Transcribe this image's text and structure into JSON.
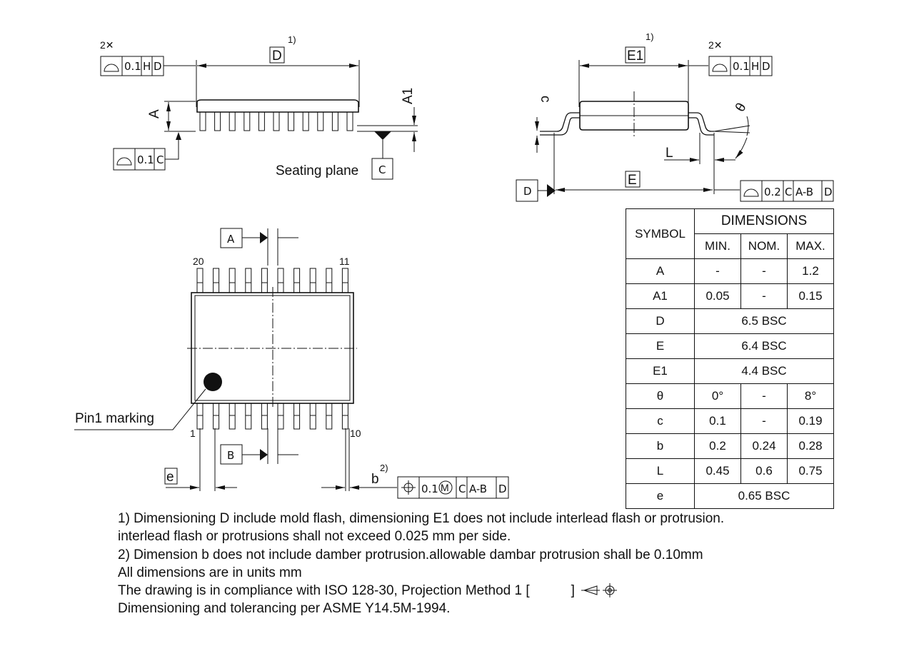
{
  "side_view": {
    "label_D": "D",
    "label_A": "A",
    "label_A1": "A1",
    "note_ref": "1)",
    "multiplier": "2✕",
    "fcf_top": [
      "0.1",
      "H",
      "D"
    ],
    "fcf_left": [
      "0.1",
      "C"
    ],
    "seating_plane_label": "Seating plane",
    "datum_C": "C"
  },
  "end_view": {
    "label_E1": "E1",
    "note_ref": "1)",
    "multiplier": "2✕",
    "fcf_top": [
      "0.1",
      "H",
      "D"
    ],
    "label_c": "c",
    "label_theta": "θ",
    "label_L": "L",
    "label_E": "E",
    "datum_D": "D",
    "fcf_E": [
      "0.2",
      "C",
      "A-B",
      "D"
    ]
  },
  "top_view": {
    "datum_A": "A",
    "datum_B": "B",
    "pin_20": "20",
    "pin_11": "11",
    "pin_1": "1",
    "pin_10": "10",
    "pin1_marking": "Pin1 marking",
    "label_e": "e",
    "label_b": "b",
    "note_ref_b": "2)",
    "fcf_b": [
      "0.1",
      "C",
      "A-B",
      "D"
    ]
  },
  "dimensions_table": {
    "symbol_header": "SYMBOL",
    "dimensions_header": "DIMENSIONS",
    "col_headers": [
      "MIN.",
      "NOM.",
      "MAX."
    ],
    "rows": [
      {
        "symbol": "A",
        "min": "-",
        "nom": "-",
        "max": "1.2"
      },
      {
        "symbol": "A1",
        "min": "0.05",
        "nom": "-",
        "max": "0.15"
      },
      {
        "symbol": "D",
        "value": "6.5 BSC"
      },
      {
        "symbol": "E",
        "value": "6.4 BSC"
      },
      {
        "symbol": "E1",
        "value": "4.4 BSC"
      },
      {
        "symbol": "θ",
        "min": "0°",
        "nom": "-",
        "max": "8°"
      },
      {
        "symbol": "c",
        "min": "0.1",
        "nom": "-",
        "max": "0.19"
      },
      {
        "symbol": "b",
        "min": "0.2",
        "nom": "0.24",
        "max": "0.28"
      },
      {
        "symbol": "L",
        "min": "0.45",
        "nom": "0.6",
        "max": "0.75"
      },
      {
        "symbol": "e",
        "value": "0.65 BSC"
      }
    ]
  },
  "notes": [
    "1) Dimensioning D include mold flash, dimensioning E1 does not include interlead flash or protrusion.",
    "interlead flash or protrusions shall not exceed 0.025 mm per side.",
    "2) Dimension b does not include damber protrusion.allowable dambar protrusion shall be 0.10mm",
    "All dimensions are in units mm",
    "The drawing is in compliance with ISO 128-30, Projection Method 1 [",
    "]",
    "Dimensioning and tolerancing per ASME Y14.5M-1994."
  ]
}
